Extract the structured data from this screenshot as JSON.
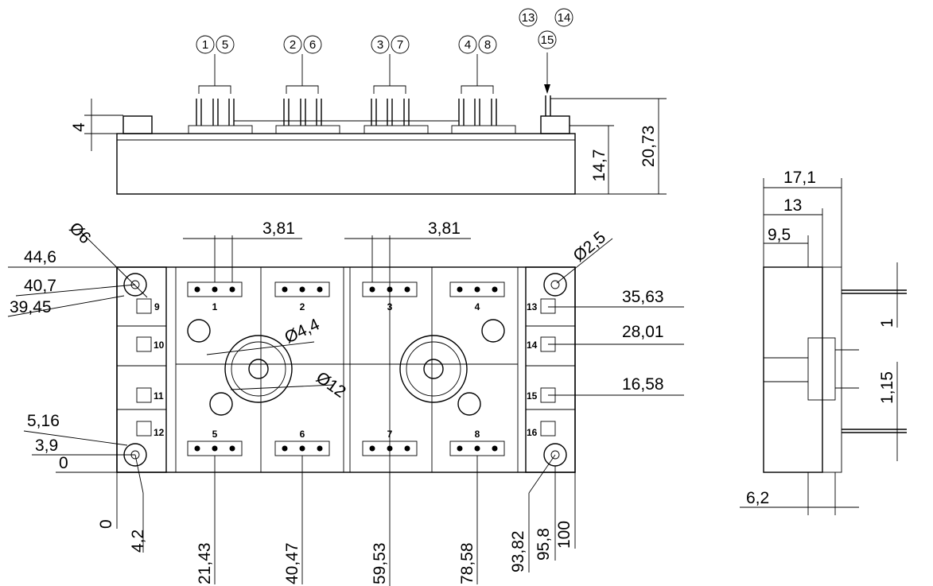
{
  "pin_callouts_top": [
    "1",
    "5",
    "2",
    "6",
    "3",
    "7",
    "4",
    "8",
    "13",
    "14",
    "15"
  ],
  "dims": {
    "d4": "4",
    "d14_7": "14,7",
    "d20_73": "20,73",
    "d3_81_a": "3,81",
    "d3_81_b": "3,81",
    "phi6": "Ø6",
    "phi2_5": "Ø2,5",
    "phi4_4": "Ø4,4",
    "phi12": "Ø12",
    "y44_6": "44,6",
    "y40_7": "40,7",
    "y39_45": "39,45",
    "y35_63": "35,63",
    "y28_01": "28,01",
    "y16_58": "16,58",
    "y5_16": "5,16",
    "y3_9": "3,9",
    "y0": "0",
    "x0": "0",
    "x4_2": "4,2",
    "x21_43": "21,43",
    "x40_47": "40,47",
    "x59_53": "59,53",
    "x78_58": "78,58",
    "x93_82": "93,82",
    "x95_8": "95,8",
    "x100": "100",
    "s17_1": "17,1",
    "s13": "13",
    "s9_5": "9,5",
    "s6_2": "6,2",
    "s1": "1",
    "s1_15": "1,15"
  },
  "cell_labels": [
    "1",
    "2",
    "3",
    "4",
    "5",
    "6",
    "7",
    "8"
  ],
  "side_labels": [
    "9",
    "10",
    "11",
    "12",
    "13",
    "14",
    "15",
    "16"
  ]
}
